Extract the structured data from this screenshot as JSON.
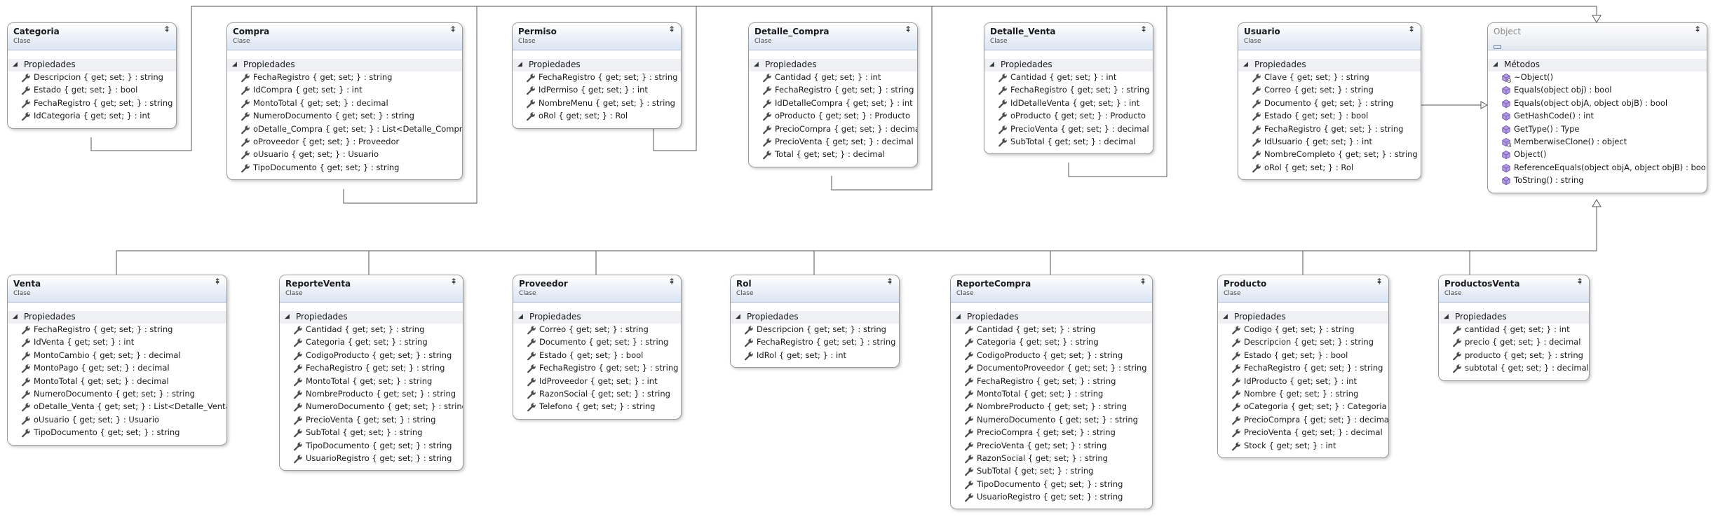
{
  "diagram": {
    "class_subtitle": "Clase",
    "properties_label": "Propiedades",
    "methods_label": "Métodos",
    "classes": [
      {
        "title": "Categoria",
        "members": [
          "Descripcion { get; set; } : string",
          "Estado { get; set; } : bool",
          "FechaRegistro { get; set; } : string",
          "IdCategoria { get; set; } : int"
        ]
      },
      {
        "title": "Compra",
        "members": [
          "FechaRegistro { get; set; } : string",
          "IdCompra { get; set; } : int",
          "MontoTotal { get; set; } : decimal",
          "NumeroDocumento { get; set; } : string",
          "oDetalle_Compra { get; set; } : List<Detalle_Compra>",
          "oProveedor { get; set; } : Proveedor",
          "oUsuario { get; set; } : Usuario",
          "TipoDocumento { get; set; } : string"
        ]
      },
      {
        "title": "Permiso",
        "members": [
          "FechaRegistro { get; set; } : string",
          "IdPermiso { get; set; } : int",
          "NombreMenu { get; set; } : string",
          "oRol { get; set; } : Rol"
        ]
      },
      {
        "title": "Detalle_Compra",
        "members": [
          "Cantidad { get; set; } : int",
          "FechaRegistro { get; set; } : string",
          "IdDetalleCompra { get; set; } : int",
          "oProducto { get; set; } : Producto",
          "PrecioCompra { get; set; } : decimal",
          "PrecioVenta { get; set; } : decimal",
          "Total { get; set; } : decimal"
        ]
      },
      {
        "title": "Detalle_Venta",
        "members": [
          "Cantidad { get; set; } : int",
          "FechaRegistro { get; set; } : string",
          "IdDetalleVenta { get; set; } : int",
          "oProducto { get; set; } : Producto",
          "PrecioVenta { get; set; } : decimal",
          "SubTotal { get; set; } : decimal"
        ]
      },
      {
        "title": "Usuario",
        "members": [
          "Clave { get; set; } : string",
          "Correo { get; set; } : string",
          "Documento { get; set; } : string",
          "Estado { get; set; } : bool",
          "FechaRegistro { get; set; } : string",
          "IdUsuario { get; set; } : int",
          "NombreCompleto { get; set; } : string",
          "oRol { get; set; } : Rol"
        ]
      },
      {
        "title": "Venta",
        "members": [
          "FechaRegistro { get; set; } : string",
          "IdVenta { get; set; } : int",
          "MontoCambio { get; set; } : decimal",
          "MontoPago { get; set; } : decimal",
          "MontoTotal { get; set; } : decimal",
          "NumeroDocumento { get; set; } : string",
          "oDetalle_Venta { get; set; } : List<Detalle_Venta>",
          "oUsuario { get; set; } : Usuario",
          "TipoDocumento { get; set; } : string"
        ]
      },
      {
        "title": "ReporteVenta",
        "members": [
          "Cantidad { get; set; } : string",
          "Categoria { get; set; } : string",
          "CodigoProducto { get; set; } : string",
          "FechaRegistro { get; set; } : string",
          "MontoTotal { get; set; } : string",
          "NombreProducto { get; set; } : string",
          "NumeroDocumento { get; set; } : string",
          "PrecioVenta { get; set; } : string",
          "SubTotal { get; set; } : string",
          "TipoDocumento { get; set; } : string",
          "UsuarioRegistro { get; set; } : string"
        ]
      },
      {
        "title": "Proveedor",
        "members": [
          "Correo { get; set; } : string",
          "Documento { get; set; } : string",
          "Estado { get; set; } : bool",
          "FechaRegistro { get; set; } : string",
          "IdProveedor { get; set; } : int",
          "RazonSocial { get; set; } : string",
          "Telefono { get; set; } : string"
        ]
      },
      {
        "title": "Rol",
        "members": [
          "Descripcion { get; set; } : string",
          "FechaRegistro { get; set; } : string",
          "IdRol { get; set; } : int"
        ]
      },
      {
        "title": "ReporteCompra",
        "members": [
          "Cantidad { get; set; } : string",
          "Categoria { get; set; } : string",
          "CodigoProducto { get; set; } : string",
          "DocumentoProveedor { get; set; } : string",
          "FechaRegistro { get; set; } : string",
          "MontoTotal { get; set; } : string",
          "NombreProducto { get; set; } : string",
          "NumeroDocumento { get; set; } : string",
          "PrecioCompra { get; set; } : string",
          "PrecioVenta { get; set; } : string",
          "RazonSocial { get; set; } : string",
          "SubTotal { get; set; } : string",
          "TipoDocumento { get; set; } : string",
          "UsuarioRegistro { get; set; } : string"
        ]
      },
      {
        "title": "Producto",
        "members": [
          "Codigo { get; set; } : string",
          "Descripcion { get; set; } : string",
          "Estado { get; set; } : bool",
          "FechaRegistro { get; set; } : string",
          "IdProducto { get; set; } : int",
          "Nombre { get; set; } : string",
          "oCategoria { get; set; } : Categoria",
          "PrecioCompra { get; set; } : decimal",
          "PrecioVenta { get; set; } : decimal",
          "Stock { get; set; } : int"
        ]
      },
      {
        "title": "ProductosVenta",
        "members": [
          "cantidad { get; set; } : int",
          "precio { get; set; } : decimal",
          "producto { get; set; } : string",
          "subtotal { get; set; } : decimal"
        ]
      }
    ],
    "object_class": {
      "title": "Object",
      "methods": [
        "~Object()",
        "Equals(object obj) : bool",
        "Equals(object objA, object objB) : bool",
        "GetHashCode() : int",
        "GetType() : Type",
        "MemberwiseClone() : object",
        "Object()",
        "ReferenceEquals(object objA, object objB) : bool",
        "ToString() : string"
      ],
      "method_icons": [
        "destructor-icon",
        "method-icon",
        "method-icon",
        "method-icon",
        "method-icon",
        "protected-method-icon",
        "method-icon",
        "method-icon",
        "method-icon"
      ]
    },
    "glyphs": {
      "collapse": "⇞",
      "section_toggle": "◢"
    },
    "colors": {
      "header_top": "#ffffff",
      "header_bottom": "#dbe4f2",
      "border": "#9a9a9a",
      "connector": "#555555",
      "wrench": "#4a4a4a",
      "method": "#7a5cb8"
    }
  }
}
